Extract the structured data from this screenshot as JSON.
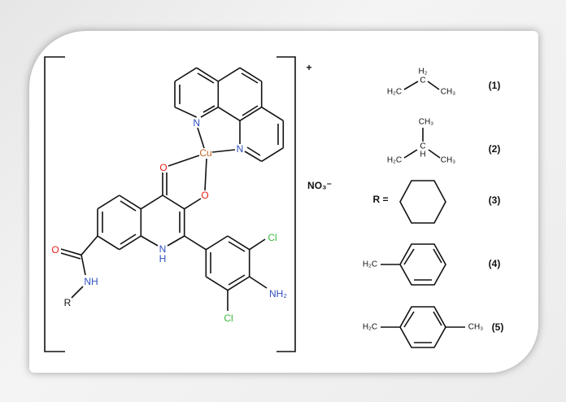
{
  "complex": {
    "charge": "+",
    "atoms": {
      "cu": "Cu",
      "n1": "N",
      "n2": "N",
      "o_carbonyl": "O",
      "o_phenolate": "O",
      "nh_ring": "N",
      "h_ring": "H",
      "o_amide": "O",
      "nh_amide": "NH",
      "r": "R",
      "cl_top": "Cl",
      "cl_bottom": "Cl",
      "nh2": "NH₂"
    },
    "counterion": "NO₃⁻"
  },
  "substituents": {
    "r_label": "R =",
    "items": [
      {
        "number": "(1)",
        "labels": [
          "H₂C",
          "H₂",
          "C",
          "CH₃"
        ]
      },
      {
        "number": "(2)",
        "labels": [
          "H₂C",
          "CH₃",
          "C",
          "H",
          "CH₃"
        ]
      },
      {
        "number": "(3)",
        "labels": []
      },
      {
        "number": "(4)",
        "labels": [
          "H₂C"
        ]
      },
      {
        "number": "(5)",
        "labels": [
          "H₂C",
          "CH₃"
        ]
      }
    ]
  },
  "colors": {
    "nitrogen": "#2f4fbf",
    "oxygen": "#e8201a",
    "chlorine": "#3cb83c",
    "copper": "#c0652a"
  }
}
